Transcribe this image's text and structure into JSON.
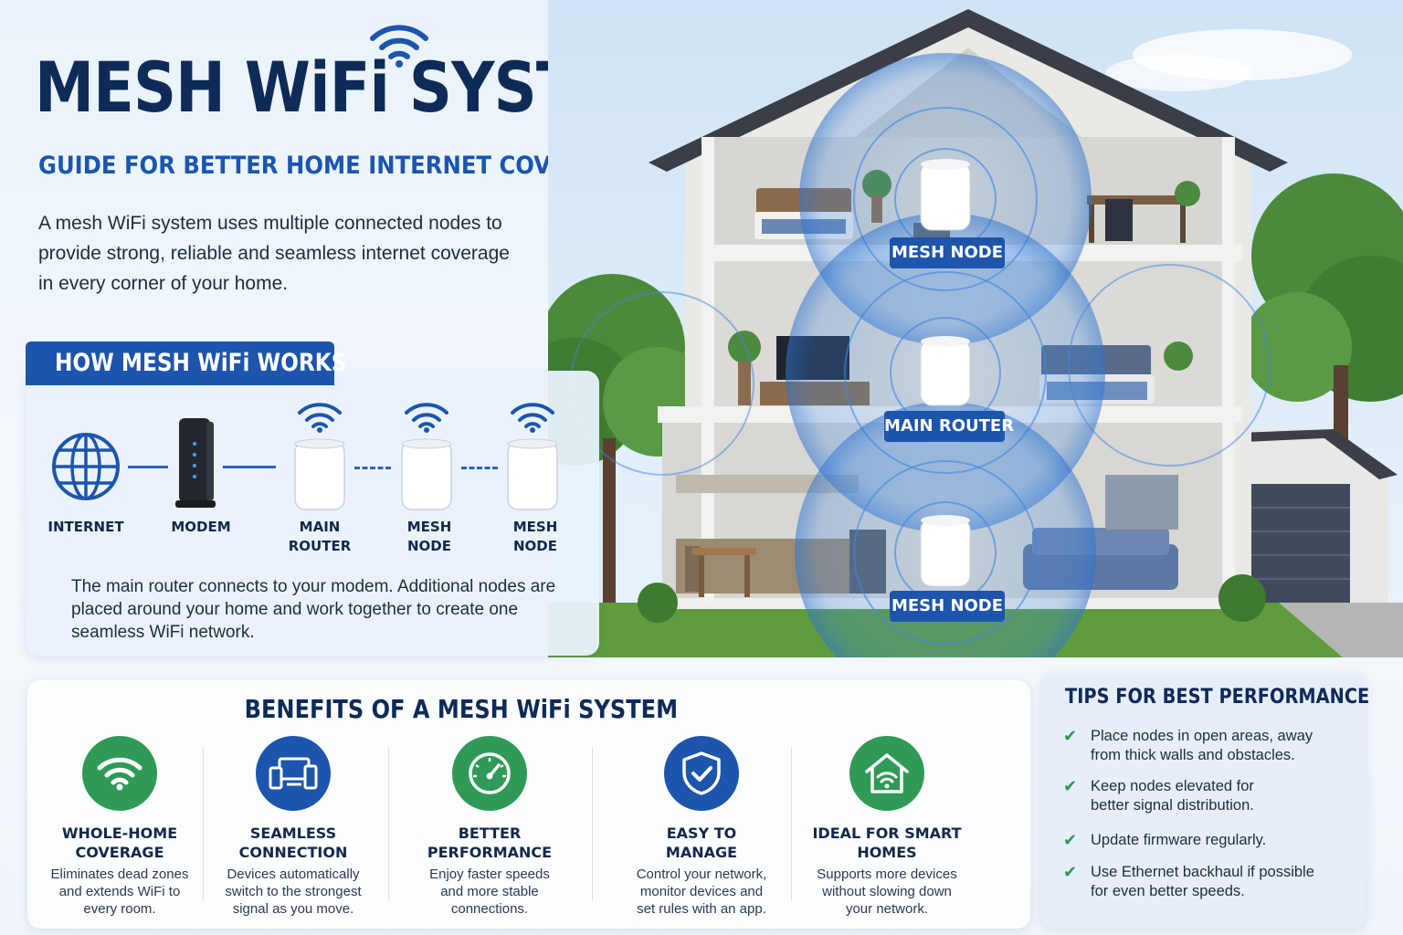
{
  "header": {
    "title": "MESH WiFi SYSTEM",
    "subtitle": "GUIDE FOR BETTER HOME INTERNET COVERAGE",
    "intro": "A mesh WiFi system uses multiple connected nodes to provide strong, reliable and seamless internet coverage in every corner of your home."
  },
  "house": {
    "tags": {
      "top": "MESH NODE",
      "middle": "MAIN ROUTER",
      "bottom": "MESH NODE"
    }
  },
  "how_it_works": {
    "heading": "HOW MESH WiFi WORKS",
    "steps": [
      {
        "label_line1": "INTERNET",
        "label_line2": "",
        "icon": "globe-icon"
      },
      {
        "label_line1": "MODEM",
        "label_line2": "",
        "icon": "modem-icon"
      },
      {
        "label_line1": "MAIN",
        "label_line2": "ROUTER",
        "icon": "router-icon"
      },
      {
        "label_line1": "MESH",
        "label_line2": "NODE",
        "icon": "mesh-node-icon"
      },
      {
        "label_line1": "MESH",
        "label_line2": "NODE",
        "icon": "mesh-node-icon"
      }
    ],
    "description": "The main router connects to your modem. Additional nodes are placed around your home and work together to create one seamless WiFi network."
  },
  "benefits": {
    "heading": "BENEFITS OF A MESH WiFi SYSTEM",
    "items": [
      {
        "title_1": "WHOLE-HOME",
        "title_2": "COVERAGE",
        "desc_1": "Eliminates dead zones",
        "desc_2": "and extends WiFi to",
        "desc_3": "every room.",
        "icon": "wifi-icon",
        "color": "#2f9a57"
      },
      {
        "title_1": "SEAMLESS",
        "title_2": "CONNECTION",
        "desc_1": "Devices automatically",
        "desc_2": "switch to the strongest",
        "desc_3": "signal as you move.",
        "icon": "devices-icon",
        "color": "#1d55ad"
      },
      {
        "title_1": "BETTER",
        "title_2": "PERFORMANCE",
        "desc_1": "Enjoy faster speeds",
        "desc_2": "and more stable",
        "desc_3": "connections.",
        "icon": "speedometer-icon",
        "color": "#2f9a57"
      },
      {
        "title_1": "EASY TO",
        "title_2": "MANAGE",
        "desc_1": "Control your network,",
        "desc_2": "monitor devices and",
        "desc_3": "set rules with an app.",
        "icon": "shield-check-icon",
        "color": "#1d55ad"
      },
      {
        "title_1": "IDEAL FOR SMART",
        "title_2": "HOMES",
        "desc_1": "Supports more devices",
        "desc_2": "without slowing down",
        "desc_3": "your network.",
        "icon": "smart-home-icon",
        "color": "#2f9a57"
      }
    ]
  },
  "tips": {
    "heading": "TIPS FOR BEST PERFORMANCE",
    "items": [
      {
        "line1": "Place nodes in open areas, away",
        "line2": "from thick walls and obstacles."
      },
      {
        "line1": "Keep nodes elevated for",
        "line2": "better signal distribution."
      },
      {
        "line1": "Update firmware regularly.",
        "line2": ""
      },
      {
        "line1": "Use Ethernet backhaul if possible",
        "line2": "for even better speeds."
      }
    ]
  },
  "colors": {
    "navy": "#0e2a57",
    "brand_blue": "#1d55ad",
    "green": "#2f9a57"
  }
}
